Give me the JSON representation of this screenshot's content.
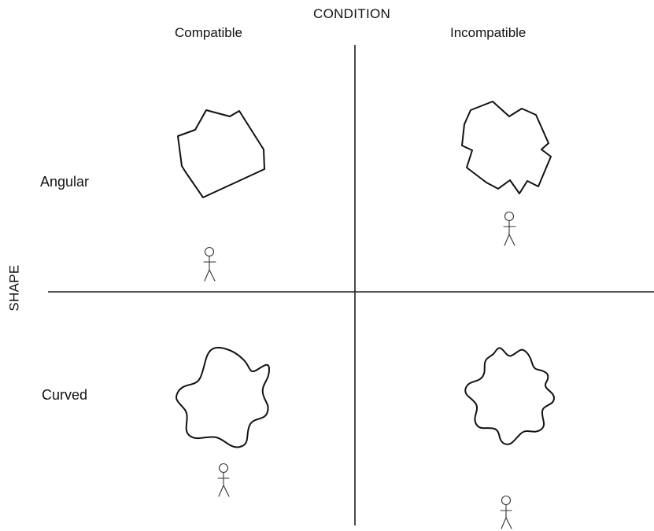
{
  "axes": {
    "condition_title": "CONDITION",
    "shape_title": "SHAPE"
  },
  "columns": [
    {
      "label": "Compatible"
    },
    {
      "label": "Incompatible"
    }
  ],
  "rows": [
    {
      "label": "Angular"
    },
    {
      "label": "Curved"
    }
  ],
  "cells": [
    {
      "row": "Angular",
      "column": "Compatible",
      "object_shape": "angular",
      "person_icon": "stick-figure-icon"
    },
    {
      "row": "Angular",
      "column": "Incompatible",
      "object_shape": "angular",
      "person_icon": "stick-figure-icon"
    },
    {
      "row": "Curved",
      "column": "Compatible",
      "object_shape": "curved",
      "person_icon": "stick-figure-icon"
    },
    {
      "row": "Curved",
      "column": "Incompatible",
      "object_shape": "curved",
      "person_icon": "stick-figure-icon"
    }
  ],
  "colors": {
    "background": "#ffffff",
    "lines": "#1f1f1f",
    "text": "#111111"
  }
}
